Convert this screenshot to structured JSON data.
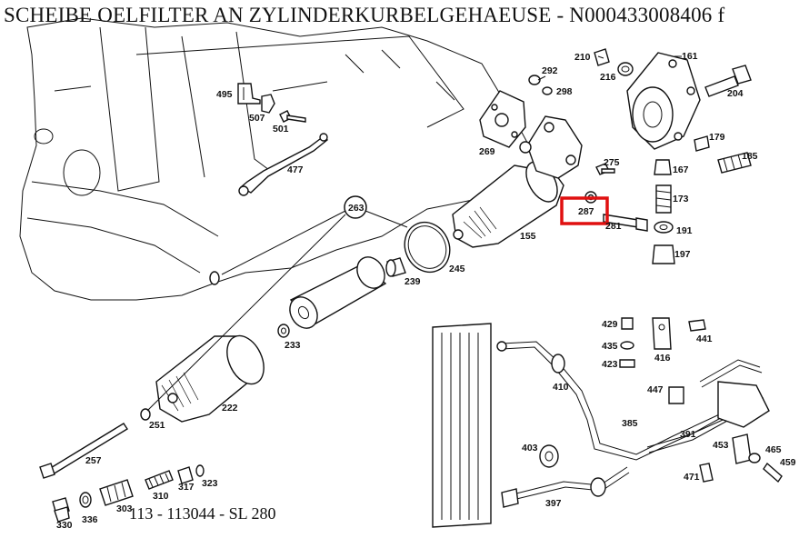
{
  "header": {
    "title": "SCHEIBE OELFILTER AN ZYLINDERKURBELGEHAEUSE - N000433008406 f"
  },
  "footer": {
    "caption": "113 - 113044 - SL 280"
  },
  "highlight": {
    "color": "#e01010",
    "part": "287"
  },
  "callouts": {
    "c263": "263",
    "c292": "292",
    "c298": "298",
    "c210": "210",
    "c216": "216",
    "c161": "161",
    "c204": "204",
    "c495": "495",
    "c507": "507",
    "c501": "501",
    "c269": "269",
    "c275": "275",
    "c477": "477",
    "c179": "179",
    "c185": "185",
    "c167": "167",
    "c173": "173",
    "c287": "287",
    "c281": "281",
    "c191": "191",
    "c197": "197",
    "c155": "155",
    "c245": "245",
    "c239": "239",
    "c233": "233",
    "c429": "429",
    "c435": "435",
    "c423": "423",
    "c416": "416",
    "c441": "441",
    "c410": "410",
    "c447": "447",
    "c385": "385",
    "c391": "391",
    "c222": "222",
    "c251": "251",
    "c403": "403",
    "c453": "453",
    "c465": "465",
    "c257": "257",
    "c459": "459",
    "c471": "471",
    "c397": "397",
    "c317": "317",
    "c323": "323",
    "c303": "303",
    "c310": "310",
    "c330": "330",
    "c336": "336"
  }
}
